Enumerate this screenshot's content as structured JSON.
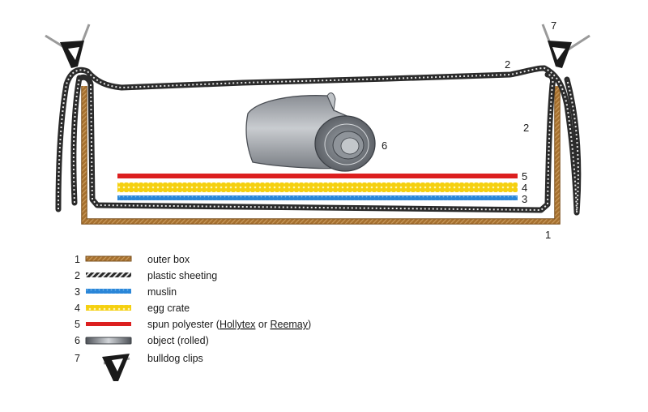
{
  "diagram": {
    "callouts": {
      "outer_box": "1",
      "sheeting_top": "2",
      "sheeting_side": "2",
      "muslin": "3",
      "egg_crate": "4",
      "spun_polyester": "5",
      "object": "6",
      "clips": "7"
    }
  },
  "legend": [
    {
      "num": "1",
      "label": "outer box",
      "swatch": "outer-box",
      "color": "#a6702e"
    },
    {
      "num": "2",
      "label": "plastic sheeting",
      "swatch": "plastic-sheeting",
      "color": "#333333"
    },
    {
      "num": "3",
      "label": "muslin",
      "swatch": "muslin",
      "color": "#2a86d8"
    },
    {
      "num": "4",
      "label": "egg crate",
      "swatch": "egg-crate",
      "color": "#f5d010"
    },
    {
      "num": "5",
      "label": "spun polyester (Hollytex or Reemay)",
      "swatch": "spun-polyester",
      "color": "#dc1f1f"
    },
    {
      "num": "6",
      "label": "object (rolled)",
      "swatch": "object",
      "color": "#6a6e75"
    },
    {
      "num": "7",
      "label": "bulldog clips",
      "swatch": "bulldog-clip",
      "color": "#1a1a1a"
    }
  ],
  "legend_label_parts": {
    "spun_a": "spun polyester (",
    "spun_b": "Hollytex",
    "spun_c": " or ",
    "spun_d": "Reemay",
    "spun_e": ")"
  }
}
